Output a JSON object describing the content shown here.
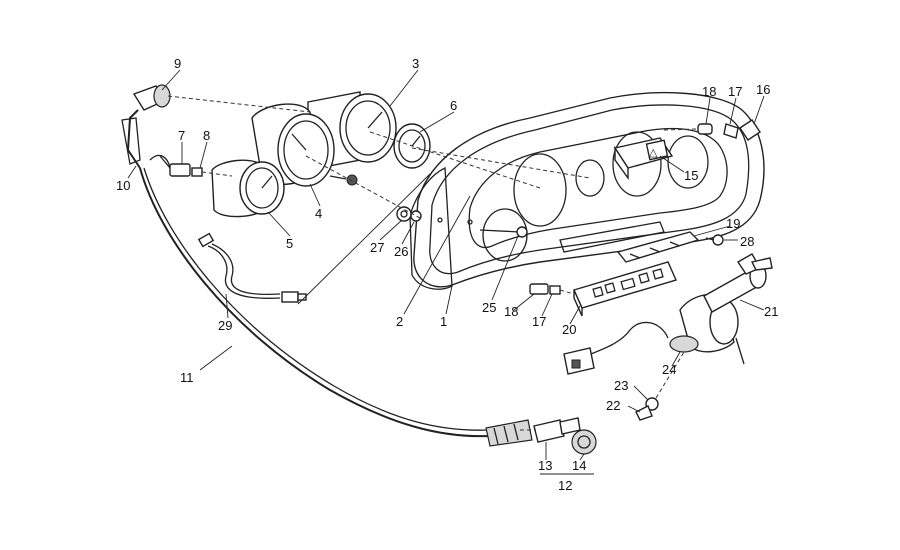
{
  "callouts": {
    "c1": "1",
    "c2": "2",
    "c3": "3",
    "c4": "4",
    "c5": "5",
    "c6": "6",
    "c7": "7",
    "c8": "8",
    "c9": "9",
    "c10": "10",
    "c11": "11",
    "c12": "12",
    "c13": "13",
    "c14": "14",
    "c15": "15",
    "c16": "16",
    "c17a": "17",
    "c17b": "17",
    "c18a": "18",
    "c18b": "18",
    "c19": "19",
    "c20": "20",
    "c21": "21",
    "c22": "22",
    "c23": "23",
    "c24": "24",
    "c25": "25",
    "c26": "26",
    "c27": "27",
    "c28": "28",
    "c29": "29"
  },
  "warning_glyph": "△"
}
